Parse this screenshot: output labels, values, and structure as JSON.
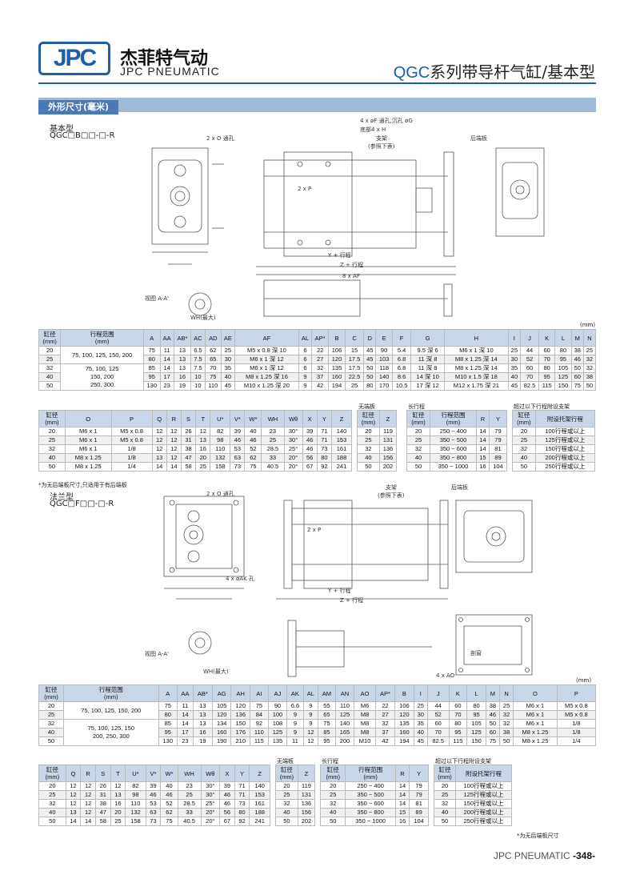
{
  "header": {
    "logo": "JPC",
    "brand_cn": "杰菲特气动",
    "brand_en": "JPC PNEUMATIC",
    "title_code": "QGC",
    "title_rest": "系列带导杆气缸/基本型"
  },
  "section": {
    "title": "外形尺寸(毫米)"
  },
  "basic": {
    "name": "基本型",
    "code": "QGC□B□□-□-R",
    "labels": {
      "n_ports": "2 x O 通孔",
      "f_holes": "4 x øF 通孔,沉孔 øG",
      "h_bottom": "底部4 x H",
      "bracket": "支架",
      "bracket_note": "(参照下表)",
      "rear": "后端板",
      "p_ports": "2 x P",
      "y_stroke": "Y + 行程",
      "z_stroke": "Z + 行程",
      "af": "8 x AF",
      "view": "视图 A-A'",
      "wh": "WH(最大)"
    }
  },
  "unit": "(mm)",
  "t1": {
    "headers": [
      "缸径\n(mm)",
      "行程范围\n(mm)",
      "A",
      "AA",
      "AB*",
      "AC",
      "AD",
      "AE",
      "AF",
      "AL",
      "AP*",
      "B",
      "C",
      "D",
      "E",
      "F",
      "G",
      "H",
      "I",
      "J",
      "K",
      "L",
      "M",
      "N"
    ],
    "rows": [
      [
        "20",
        "75, 100, 125, 150, 200",
        "75",
        "11",
        "13",
        "6.5",
        "62",
        "25",
        "M5 x 0.8 深 10",
        "6",
        "22",
        "106",
        "15",
        "45",
        "90",
        "5.4",
        "9.5 深 6",
        "M6 x 1 深 10",
        "25",
        "44",
        "60",
        "80",
        "38",
        "25"
      ],
      [
        "25",
        "",
        "80",
        "14",
        "13",
        "7.5",
        "65",
        "30",
        "M6 x 1 深 12",
        "6",
        "27",
        "120",
        "17.5",
        "45",
        "103",
        "6.8",
        "11 深 8",
        "M8 x 1.25 深 14",
        "30",
        "52",
        "70",
        "95",
        "46",
        "32"
      ],
      [
        "32",
        "75, 100, 125\n150, 200\n250, 300",
        "85",
        "14",
        "13",
        "7.5",
        "70",
        "35",
        "M6 x 1 深 12",
        "6",
        "32",
        "135",
        "17.5",
        "50",
        "118",
        "6.8",
        "11 深 8",
        "M8 x 1.25 深 14",
        "35",
        "60",
        "80",
        "105",
        "50",
        "32"
      ],
      [
        "40",
        "",
        "95",
        "17",
        "16",
        "10",
        "75",
        "40",
        "M8 x 1.25 深 16",
        "9",
        "37",
        "160",
        "22.5",
        "50",
        "140",
        "8.6",
        "14 深 10",
        "M10 x 1.5 深 18",
        "40",
        "70",
        "95",
        "125",
        "60",
        "38"
      ],
      [
        "50",
        "",
        "130",
        "23",
        "19",
        "10",
        "110",
        "45",
        "M10 x 1.25 深 20",
        "9",
        "42",
        "194",
        "25",
        "80",
        "170",
        "10.5",
        "17 深 12",
        "M12 x 1.75 深 21",
        "45",
        "82.5",
        "115",
        "150",
        "75",
        "50"
      ]
    ]
  },
  "t2": {
    "headers": [
      "缸径\n(mm)",
      "O",
      "P",
      "Q",
      "R",
      "S",
      "T",
      "U*",
      "V*",
      "W*",
      "WH",
      "Wθ",
      "X",
      "Y",
      "Z"
    ],
    "rows": [
      [
        "20",
        "M6 x 1",
        "M5 x 0.8",
        "12",
        "12",
        "26",
        "12",
        "82",
        "39",
        "40",
        "23",
        "30°",
        "39",
        "71",
        "140"
      ],
      [
        "25",
        "M6 x 1",
        "M5 x 0.8",
        "12",
        "12",
        "31",
        "13",
        "98",
        "46",
        "46",
        "25",
        "30°",
        "46",
        "71",
        "153"
      ],
      [
        "32",
        "M6 x 1",
        "1/8",
        "12",
        "12",
        "38",
        "16",
        "110",
        "53",
        "52",
        "28.5",
        "25°",
        "46",
        "73",
        "161"
      ],
      [
        "40",
        "M8 x 1.25",
        "1/8",
        "13",
        "12",
        "47",
        "20",
        "132",
        "63",
        "62",
        "33",
        "20°",
        "56",
        "80",
        "188"
      ],
      [
        "50",
        "M8 x 1.25",
        "1/4",
        "14",
        "14",
        "58",
        "25",
        "158",
        "73",
        "75",
        "40.5",
        "20°",
        "67",
        "92",
        "241"
      ]
    ]
  },
  "t3": {
    "caption": "无端板",
    "headers": [
      "缸径\n(mm)",
      "Z"
    ],
    "rows": [
      [
        "20",
        "119"
      ],
      [
        "25",
        "131"
      ],
      [
        "32",
        "136"
      ],
      [
        "40",
        "156"
      ],
      [
        "50",
        "202"
      ]
    ]
  },
  "t4": {
    "caption": "长行程",
    "headers": [
      "缸径\n(mm)",
      "行程范围\n(mm)",
      "R",
      "Y"
    ],
    "rows": [
      [
        "20",
        "250 ~ 400",
        "14",
        "79"
      ],
      [
        "25",
        "350 ~ 500",
        "14",
        "79"
      ],
      [
        "32",
        "350 ~ 600",
        "14",
        "81"
      ],
      [
        "40",
        "350 ~ 800",
        "15",
        "89"
      ],
      [
        "50",
        "350 ~ 1000",
        "16",
        "104"
      ]
    ]
  },
  "t5": {
    "caption": "超过以下行程附设支架",
    "headers": [
      "缸径\n(mm)",
      "附设托架行程"
    ],
    "rows": [
      [
        "20",
        "100行程或以上"
      ],
      [
        "25",
        "125行程或以上"
      ],
      [
        "32",
        "150行程或以上"
      ],
      [
        "40",
        "200行程或以上"
      ],
      [
        "50",
        "250行程或以上"
      ]
    ]
  },
  "note1": "*为无后端板尺寸,只适用于有后端板",
  "flange": {
    "name": "法兰型",
    "code": "QGC□F□□-□-R",
    "labels": {
      "n_ports": "2 x O 通孔",
      "bracket": "支架",
      "bracket_note": "(参照下表)",
      "rear": "后端板",
      "p_ports": "2 x P",
      "ak": "4 x øAK 孔",
      "y_stroke": "Y + 行程",
      "z_stroke": "Z + 行程",
      "view": "视图 A-A'",
      "wh": "WH(最大)",
      "ao": "4 x AO",
      "section": "剖窗"
    }
  },
  "t6": {
    "headers": [
      "缸径\n(mm)",
      "行程范围\n(mm)",
      "A",
      "AA",
      "AB*",
      "AG",
      "AH",
      "AI",
      "AJ",
      "AK",
      "AL",
      "AM",
      "AN",
      "AO",
      "AP*",
      "B",
      "I",
      "J",
      "K",
      "L",
      "M",
      "N",
      "O",
      "P"
    ],
    "rows": [
      [
        "20",
        "75, 100, 125, 150, 200",
        "75",
        "11",
        "13",
        "105",
        "120",
        "75",
        "90",
        "6.6",
        "9",
        "55",
        "110",
        "M6",
        "22",
        "106",
        "25",
        "44",
        "60",
        "80",
        "38",
        "25",
        "M6 x 1",
        "M5 x 0.8"
      ],
      [
        "25",
        "",
        "80",
        "14",
        "13",
        "120",
        "136",
        "84",
        "100",
        "9",
        "9",
        "65",
        "125",
        "M8",
        "27",
        "120",
        "30",
        "52",
        "70",
        "95",
        "46",
        "32",
        "M6 x 1",
        "M5 x 0.8"
      ],
      [
        "32",
        "75, 100, 125, 150\n200, 250, 300",
        "85",
        "14",
        "13",
        "134",
        "150",
        "92",
        "108",
        "9",
        "9",
        "75",
        "140",
        "M8",
        "32",
        "135",
        "35",
        "60",
        "80",
        "105",
        "50",
        "32",
        "M6 x 1",
        "1/8"
      ],
      [
        "40",
        "",
        "95",
        "17",
        "16",
        "160",
        "176",
        "110",
        "125",
        "9",
        "12",
        "85",
        "165",
        "M8",
        "37",
        "160",
        "40",
        "70",
        "95",
        "125",
        "60",
        "38",
        "M8 x 1.25",
        "1/8"
      ],
      [
        "50",
        "",
        "130",
        "23",
        "19",
        "190",
        "210",
        "115",
        "135",
        "11",
        "12",
        "95",
        "200",
        "M10",
        "42",
        "194",
        "45",
        "82.5",
        "115",
        "150",
        "75",
        "50",
        "M8 x 1.25",
        "1/4"
      ]
    ]
  },
  "t7": {
    "headers": [
      "缸径\n(mm)",
      "Q",
      "R",
      "S",
      "T",
      "U*",
      "V*",
      "W*",
      "WH",
      "Wθ",
      "X",
      "Y",
      "Z"
    ],
    "rows": [
      [
        "20",
        "12",
        "12",
        "26",
        "12",
        "82",
        "39",
        "40",
        "23",
        "30°",
        "39",
        "71",
        "140"
      ],
      [
        "25",
        "12",
        "12",
        "31",
        "13",
        "98",
        "46",
        "46",
        "25",
        "30°",
        "46",
        "71",
        "153"
      ],
      [
        "32",
        "12",
        "12",
        "38",
        "16",
        "110",
        "53",
        "52",
        "28.5",
        "25°",
        "46",
        "73",
        "161"
      ],
      [
        "40",
        "13",
        "12",
        "47",
        "20",
        "132",
        "63",
        "62",
        "33",
        "20°",
        "56",
        "80",
        "188"
      ],
      [
        "50",
        "14",
        "14",
        "58",
        "25",
        "158",
        "73",
        "75",
        "40.5",
        "20°",
        "67",
        "92",
        "241"
      ]
    ]
  },
  "t8": {
    "caption": "无端板",
    "headers": [
      "缸径\n(mm)",
      "Z"
    ],
    "rows": [
      [
        "20",
        "119"
      ],
      [
        "25",
        "131"
      ],
      [
        "32",
        "136"
      ],
      [
        "40",
        "156"
      ],
      [
        "50",
        "202"
      ]
    ]
  },
  "t9": {
    "caption": "长行程",
    "headers": [
      "缸径\n(mm)",
      "行程范围\n(mm)",
      "R",
      "Y"
    ],
    "rows": [
      [
        "20",
        "250 ~ 400",
        "14",
        "79"
      ],
      [
        "25",
        "350 ~ 500",
        "14",
        "79"
      ],
      [
        "32",
        "350 ~ 600",
        "14",
        "81"
      ],
      [
        "40",
        "350 ~ 800",
        "15",
        "89"
      ],
      [
        "50",
        "350 ~ 1000",
        "16",
        "104"
      ]
    ]
  },
  "t10": {
    "caption": "超过以下行程附设支架",
    "headers": [
      "缸径\n(mm)",
      "附设托架行程"
    ],
    "rows": [
      [
        "20",
        "100行程或以上"
      ],
      [
        "25",
        "125行程或以上"
      ],
      [
        "32",
        "150行程或以上"
      ],
      [
        "40",
        "200行程或以上"
      ],
      [
        "50",
        "250行程或以上"
      ]
    ]
  },
  "note2": "*为无后端板尺寸",
  "footer": {
    "brand": "JPC PNEUMATIC",
    "page": "-348-"
  }
}
